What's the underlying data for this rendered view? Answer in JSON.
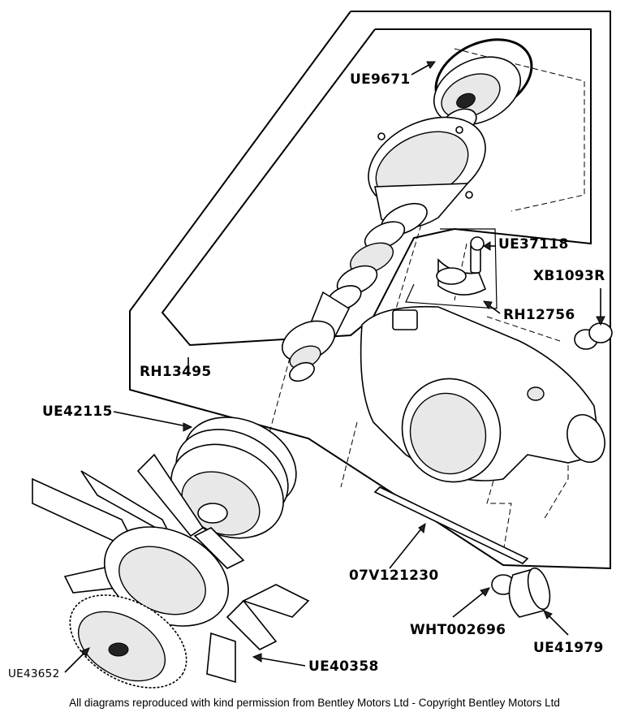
{
  "labels": {
    "ue9671": "UE9671",
    "ue37118": "UE37118",
    "xb1093r": "XB1093R",
    "rh12756": "RH12756",
    "rh13495": "RH13495",
    "ue42115": "UE42115",
    "v07v121230": "07V121230",
    "wht002696": "WHT002696",
    "ue41979": "UE41979",
    "ue43652": "UE43652",
    "ue40358": "UE40358"
  },
  "footer": "All diagrams reproduced with kind permission from Bentley Motors Ltd - Copyright Bentley Motors Ltd"
}
